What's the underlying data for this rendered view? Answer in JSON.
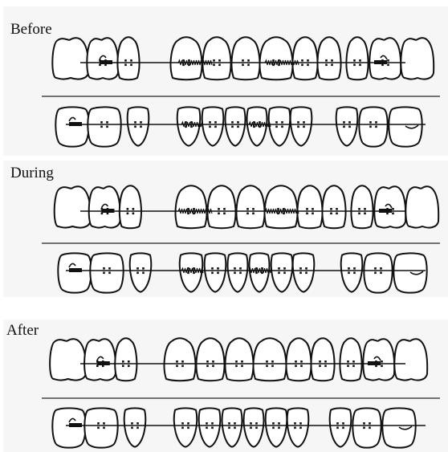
{
  "figure": {
    "stages": [
      {
        "id": "before",
        "label": "Before"
      },
      {
        "id": "during",
        "label": "During"
      },
      {
        "id": "after",
        "label": "After"
      }
    ]
  }
}
